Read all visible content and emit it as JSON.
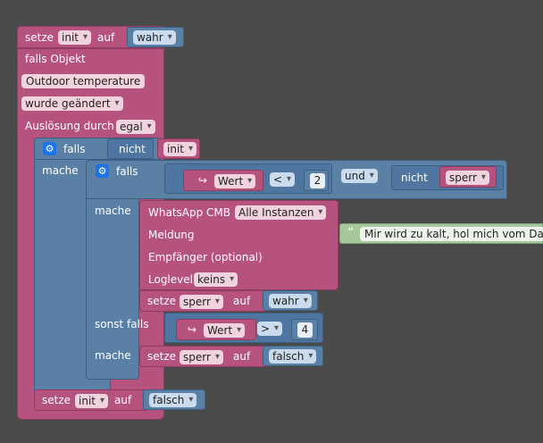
{
  "outer": {
    "setze": "setze",
    "init": "init",
    "auf": "auf",
    "wahr": "wahr",
    "falls_objekt": "falls Objekt",
    "object_name": "Outdoor temperature",
    "trigger": "wurde geändert",
    "ausloesung": "Auslösung durch",
    "egal": "egal"
  },
  "if1": {
    "falls": "falls",
    "nicht": "nicht",
    "init": "init",
    "mache": "mache"
  },
  "if2": {
    "falls": "falls",
    "wert": "Wert",
    "op": "<",
    "value": "2",
    "und": "und",
    "nicht": "nicht",
    "sperr": "sperr",
    "mache": "mache",
    "sonst_falls": "sonst falls",
    "wert2": "Wert",
    "op2": ">",
    "value2": "4",
    "mache2": "mache"
  },
  "whatsapp": {
    "title": "WhatsApp CMB",
    "instances": "Alle Instanzen",
    "meldung": "Meldung",
    "message": "Mir wird zu kalt, hol mich vom Dac",
    "empfaenger": "Empfänger (optional)",
    "loglevel": "Loglevel",
    "keins": "keins"
  },
  "set_sperr_true": {
    "setze": "setze",
    "var": "sperr",
    "auf": "auf",
    "val": "wahr"
  },
  "set_sperr_false": {
    "setze": "setze",
    "var": "sperr",
    "auf": "auf",
    "val": "falsch"
  },
  "set_init_false": {
    "setze": "setze",
    "var": "init",
    "auf": "auf",
    "val": "falsch"
  },
  "icons": {
    "gear": "gear-icon",
    "arrow": "return-arrow-icon",
    "quote": "quote-icon"
  }
}
